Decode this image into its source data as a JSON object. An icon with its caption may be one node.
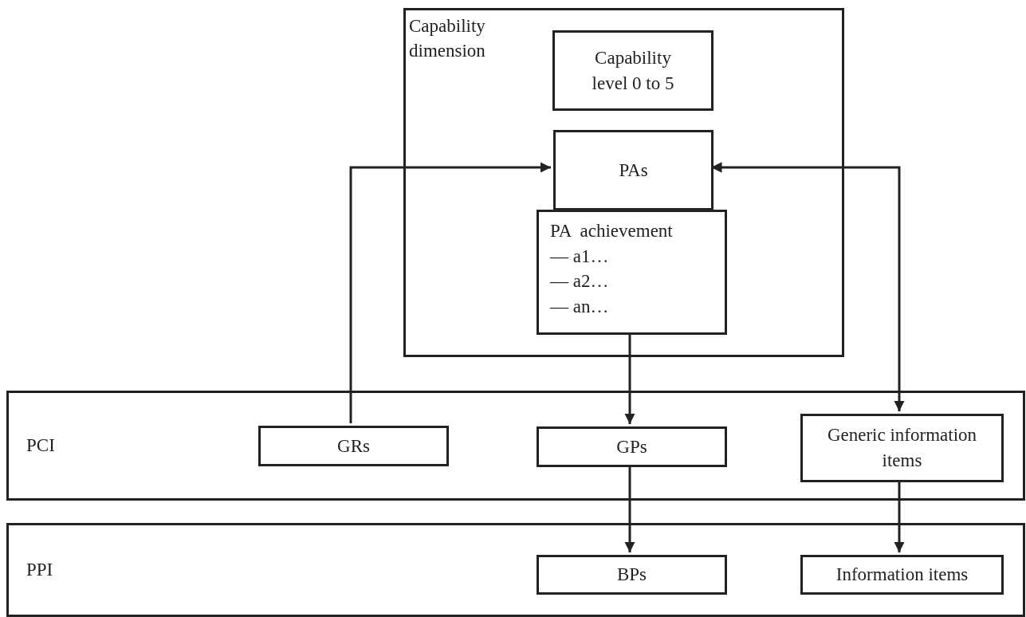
{
  "diagram": {
    "nodes": [
      {
        "text": [
          "Capability dimension"
        ]
      },
      {
        "text": [
          "Capability level 0 to 5"
        ],
        "in": 0
      },
      {
        "text": [
          "PAs"
        ],
        "in": 0
      },
      {
        "text": [
          "PA  achievement",
          "— a1…",
          "— a2…",
          "— an…"
        ],
        "in": 0
      },
      {
        "text": [
          "PCI"
        ]
      },
      {
        "text": [
          "GRs"
        ],
        "in": 4
      },
      {
        "text": [
          "GPs"
        ],
        "in": 4
      },
      {
        "text": [
          "Generic information items"
        ],
        "in": 4
      },
      {
        "text": [
          "PPI"
        ]
      },
      {
        "text": [
          "BPs"
        ],
        "in": 8
      },
      {
        "text": [
          "Information items"
        ],
        "in": 8
      }
    ],
    "edges": [
      {
        "from": 5,
        "to": 2,
        "arrow": "to"
      },
      {
        "from": 2,
        "to": 7,
        "arrow": "both"
      },
      {
        "from": 3,
        "to": 6,
        "arrow": "to"
      },
      {
        "from": 6,
        "to": 9,
        "arrow": "to"
      },
      {
        "from": 7,
        "to": 10,
        "arrow": "to"
      }
    ]
  }
}
